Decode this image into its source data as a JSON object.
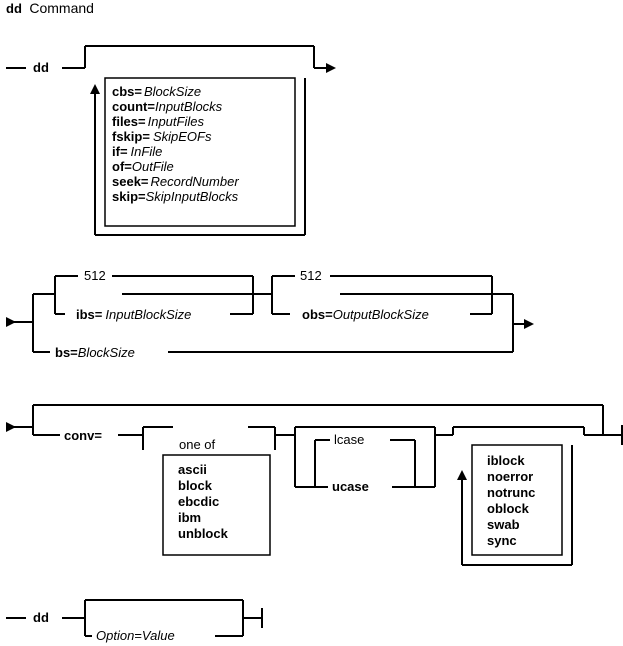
{
  "title": {
    "cmd": "dd",
    "word": "Command"
  },
  "section1": {
    "cmd": "dd",
    "options": [
      {
        "key": "cbs=",
        "value": "BlockSize"
      },
      {
        "key": "count=",
        "value": "InputBlocks"
      },
      {
        "key": "files=",
        "value": "InputFiles"
      },
      {
        "key": "fskip=",
        "value": "SkipEOFs"
      },
      {
        "key": "if=",
        "value": "InFile"
      },
      {
        "key": "of=",
        "value": "OutFile"
      },
      {
        "key": "seek=",
        "value": "RecordNumber"
      },
      {
        "key": "skip=",
        "value": "SkipInputBlocks"
      }
    ]
  },
  "section2": {
    "ibs_default": "512",
    "ibs_key": "ibs=",
    "ibs_value": "InputBlockSize",
    "obs_default": "512",
    "obs_key": "obs=",
    "obs_value": "OutputBlockSize",
    "bs_key": "bs=",
    "bs_value": "BlockSize"
  },
  "section3": {
    "conv_key": "conv=",
    "one_of_label": "one of",
    "group1": [
      "ascii",
      "block",
      "ebcdic",
      "ibm",
      "unblock"
    ],
    "group2": [
      "lcase",
      "ucase"
    ],
    "group3": [
      "iblock",
      "noerror",
      "notrunc",
      "oblock",
      "swab",
      "sync"
    ]
  },
  "section4": {
    "cmd": "dd",
    "option_label": "Option",
    "equals": "=",
    "value_label": "Value"
  }
}
